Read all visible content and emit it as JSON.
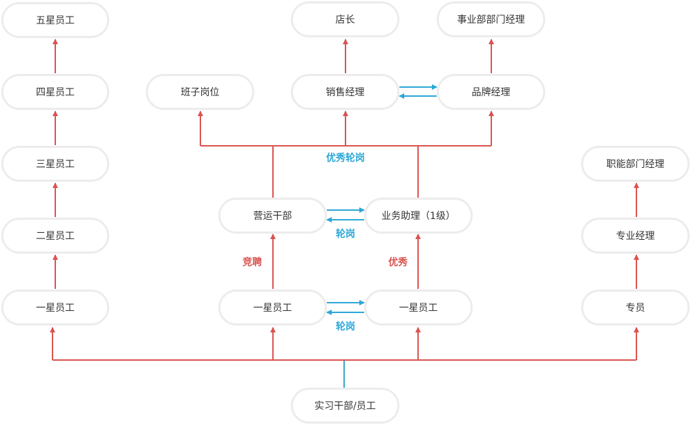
{
  "colors": {
    "red": "#d9534f",
    "blue": "#2ca7d6",
    "teal": "#3aa5c2",
    "node_border": "#ececec",
    "text": "#333333"
  },
  "nodes": {
    "five_star": "五星员工",
    "four_star": "四星员工",
    "three_star": "三星员工",
    "two_star": "二星员工",
    "one_star_left": "一星员工",
    "store_manager": "店长",
    "business_dept_manager": "事业部部门经理",
    "team_post": "班子岗位",
    "sales_manager": "销售经理",
    "brand_manager": "品牌经理",
    "operations_cadre": "营运干部",
    "business_assistant": "业务助理（1级）",
    "one_star_mid": "一星员工",
    "one_star_right": "一星员工",
    "functional_dept_manager": "职能部门经理",
    "professional_manager": "专业经理",
    "specialist": "专员",
    "intern": "实习干部/员工"
  },
  "labels": {
    "excellent_rotation": "优秀轮岗",
    "rotation_upper": "轮岗",
    "rotation_lower": "轮岗",
    "compete": "竞聘",
    "excellent": "优秀"
  }
}
